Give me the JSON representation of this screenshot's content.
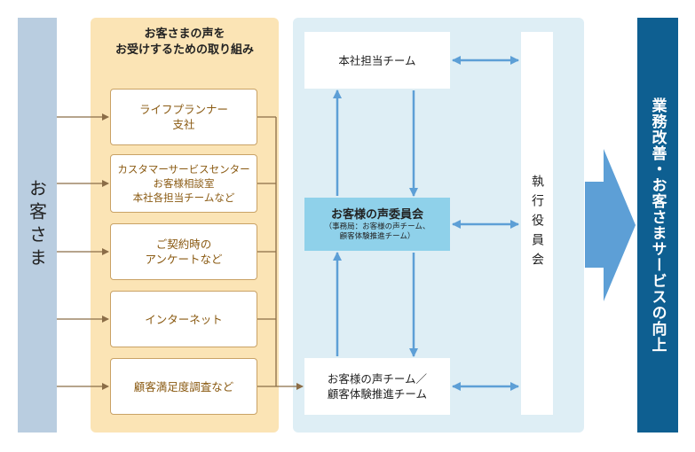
{
  "customer": {
    "label": "お客さま"
  },
  "channels": {
    "title_line1": "お客さまの声を",
    "title_line2": "お受けするための取り組み",
    "items": [
      {
        "lines": [
          "ライフプランナー",
          "支社"
        ]
      },
      {
        "lines": [
          "カスタマーサービスセンター",
          "お客様相談室",
          "本社各担当チームなど"
        ]
      },
      {
        "lines": [
          "ご契約時の",
          "アンケートなど"
        ]
      },
      {
        "lines": [
          "インターネット"
        ]
      },
      {
        "lines": [
          "顧客満足度調査など"
        ]
      }
    ]
  },
  "organization": {
    "head_office": "本社担当チーム",
    "committee_title": "お客様の声委員会",
    "committee_sub1": "（事務局：お客様の声チーム、",
    "committee_sub2": "顧客体験推進チーム）",
    "voice_team_line1": "お客様の声チーム／",
    "voice_team_line2": "顧客体験推進チーム",
    "executive": "執行役員会"
  },
  "result": {
    "label": "業務改善・お客さまサービスの向上"
  },
  "colors": {
    "customer_column": "#b9cde0",
    "channels_panel": "#fbe4b5",
    "channel_border": "#c9a265",
    "channel_text": "#8a5a12",
    "org_panel": "#deeef5",
    "committee": "#8fd1ea",
    "blue_arrow": "#5d9fd6",
    "big_arrow": "#5d9fd6",
    "result_band": "#0e5f91",
    "brown_arrow": "#8b6d47"
  }
}
